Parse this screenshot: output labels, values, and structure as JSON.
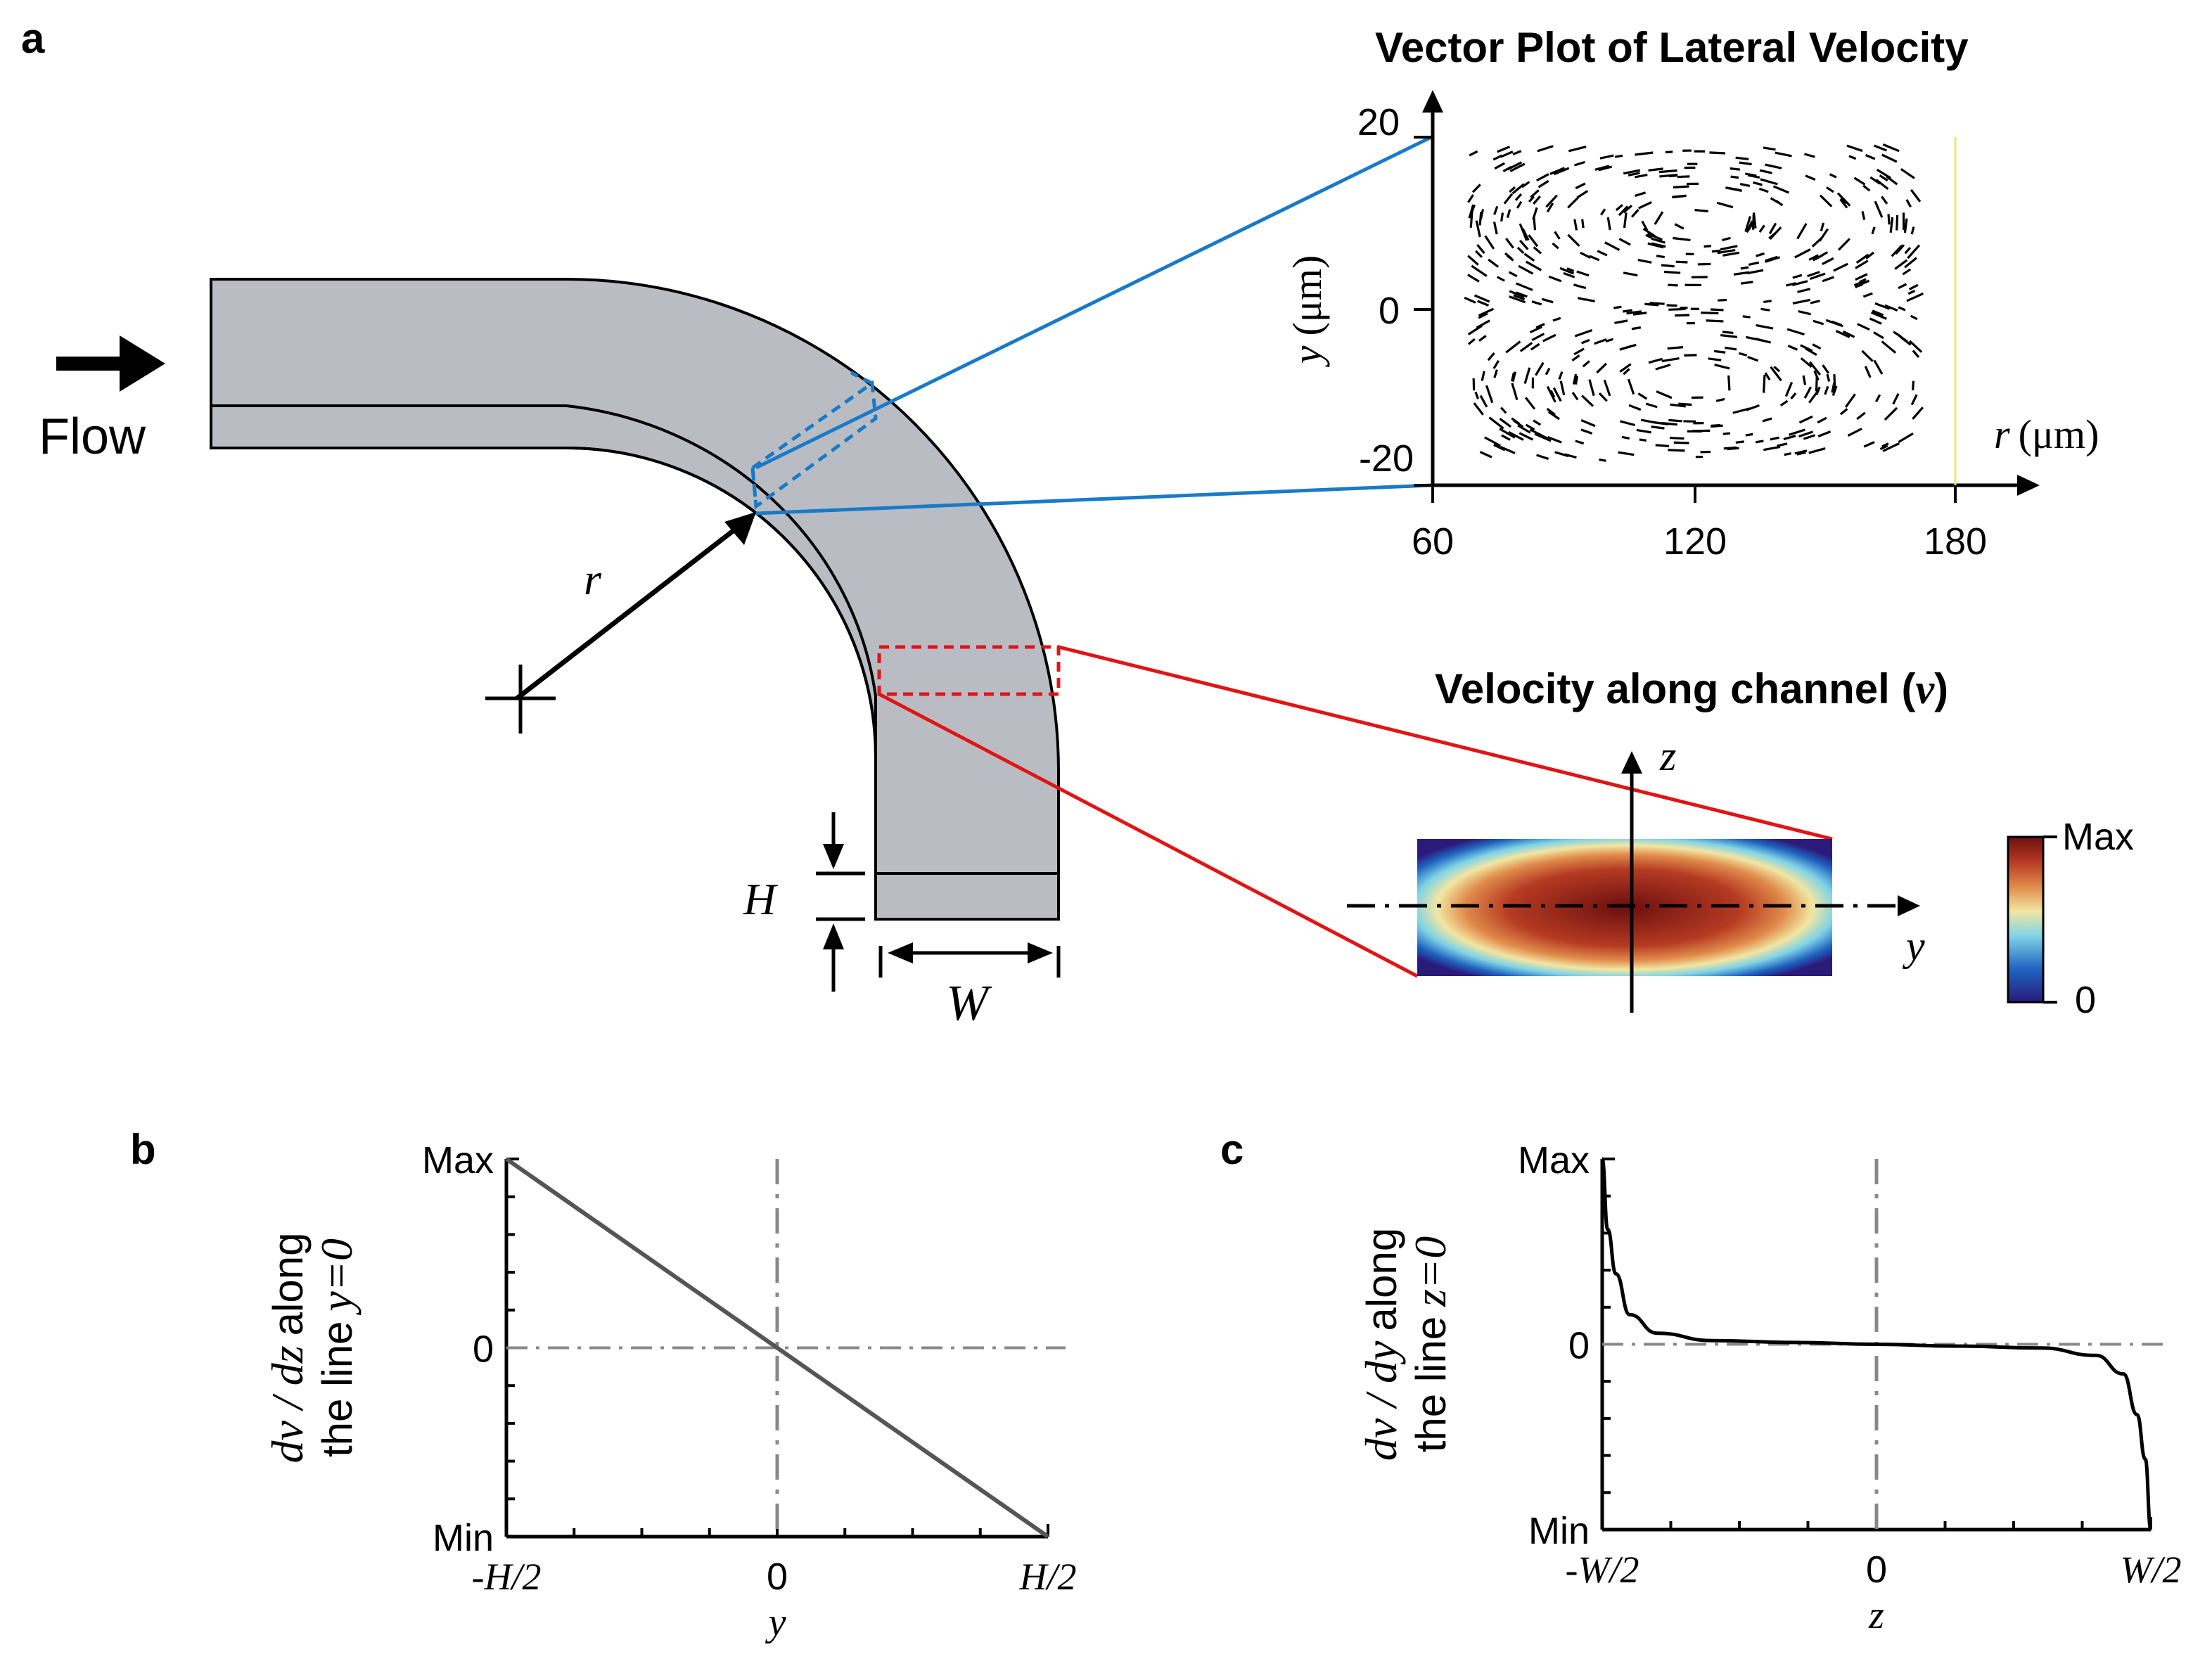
{
  "panel_a": {
    "label": "a",
    "flow_label": "Flow",
    "radius_label": "r",
    "height_label": "H",
    "width_label": "W"
  },
  "vector_plot": {
    "title": "Vector Plot of Lateral Velocity",
    "y_axis_var": "y",
    "y_axis_unit": "(μm)",
    "x_axis_var": "r",
    "x_axis_unit": "(μm)",
    "y_ticks": [
      "20",
      "0",
      "-20"
    ],
    "x_ticks": [
      "60",
      "120",
      "180"
    ]
  },
  "velocity_plot": {
    "title_prefix": "Velocity along channel (",
    "title_var": "v",
    "title_suffix": ")",
    "axis_z": "z",
    "axis_y": "y",
    "colorbar_max": "Max",
    "colorbar_min": "0",
    "colors": [
      "#2a1a7a",
      "#1f63c0",
      "#7fd3e6",
      "#f2e6a2",
      "#e08a4a",
      "#b53a22",
      "#6b0f0f"
    ]
  },
  "chart_data": [
    {
      "panel": "b",
      "type": "line",
      "ylabel_var": "dv / dz",
      "ylabel_text1": "along",
      "ylabel_text2": "the line",
      "ylabel_eq": "y=0",
      "xlabel": "y",
      "x_ticks": [
        "-H/2",
        "0",
        "H/2"
      ],
      "y_ticks": [
        "Max",
        "0",
        "Min"
      ],
      "series": [
        {
          "x": [
            -1,
            1
          ],
          "y": [
            1,
            -1
          ]
        }
      ]
    },
    {
      "panel": "c",
      "type": "line",
      "ylabel_var": "dv / dy",
      "ylabel_text1": "along",
      "ylabel_text2": "the line",
      "ylabel_eq": "z=0",
      "xlabel": "z",
      "x_ticks": [
        "-W/2",
        "0",
        "W/2"
      ],
      "y_ticks": [
        "Max",
        "0",
        "Min"
      ],
      "series": [
        {
          "x": [
            -1,
            -0.98,
            -0.95,
            -0.9,
            -0.8,
            -0.6,
            -0.3,
            0,
            0.3,
            0.6,
            0.8,
            0.9,
            0.95,
            0.98,
            1
          ],
          "y": [
            1,
            0.62,
            0.38,
            0.16,
            0.06,
            0.02,
            0.01,
            0,
            -0.01,
            -0.02,
            -0.06,
            -0.16,
            -0.38,
            -0.62,
            -1
          ]
        }
      ]
    }
  ]
}
